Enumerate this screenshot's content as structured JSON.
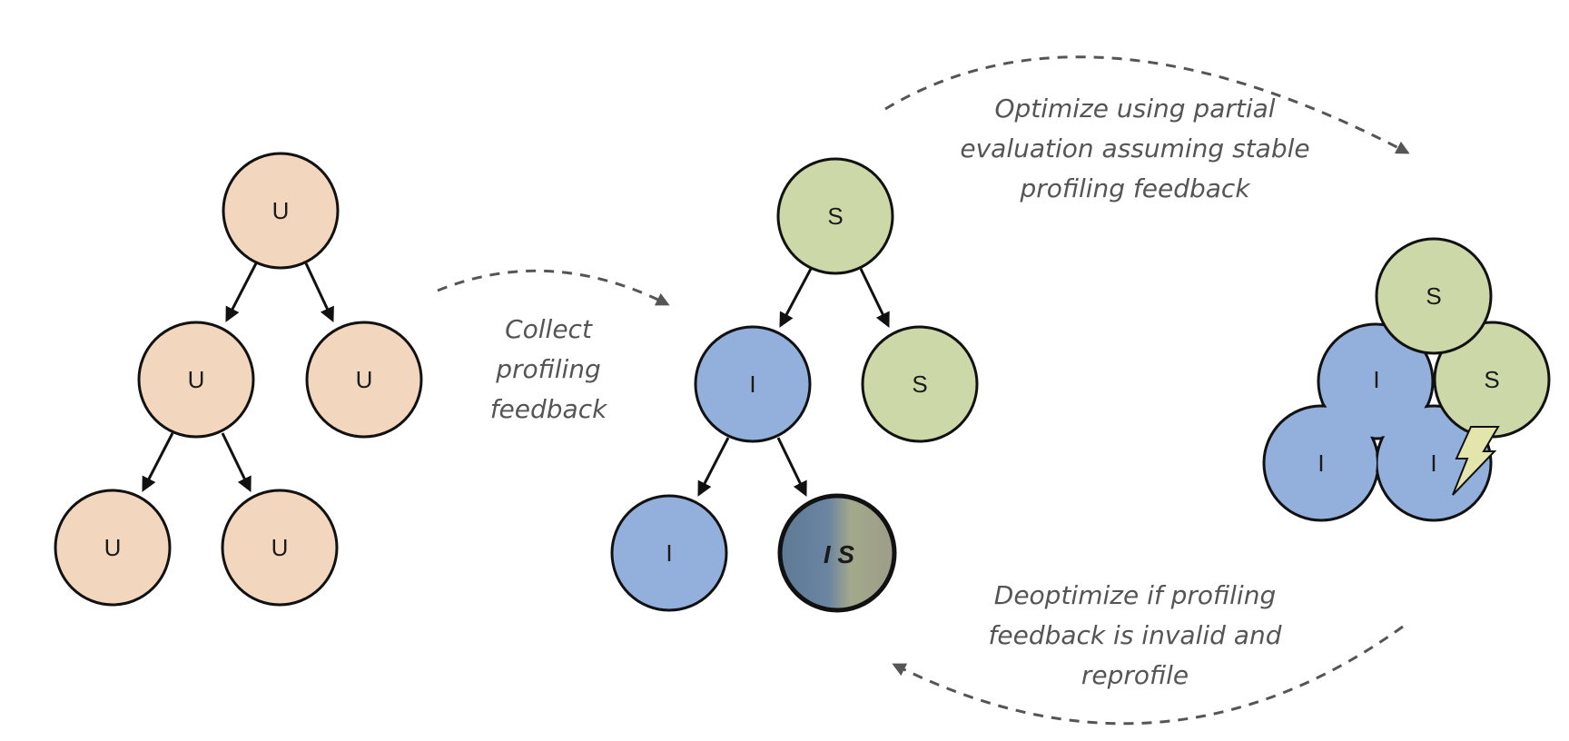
{
  "colors": {
    "uninitialized": "#f2d7be",
    "stable": "#cdd8a8",
    "instable": "#93b0dc",
    "outline": "#111111",
    "caption": "#555555",
    "lightning": "#e4e4ad"
  },
  "tree_unprofiled": {
    "nodes": [
      "U",
      "U",
      "U",
      "U",
      "U"
    ]
  },
  "tree_profiled": {
    "nodes": [
      "S",
      "I",
      "S",
      "I",
      "I S"
    ]
  },
  "tree_optimized": {
    "nodes": [
      "S",
      "I",
      "S",
      "I",
      "I"
    ],
    "icon": "lightning-icon"
  },
  "captions": {
    "collect": [
      "Collect",
      "profiling",
      "feedback"
    ],
    "optimize": [
      "Optimize using partial",
      "evaluation assuming stable",
      "profiling feedback"
    ],
    "deoptimize": [
      "Deoptimize if profiling",
      "feedback is invalid and",
      "reprofile"
    ]
  }
}
